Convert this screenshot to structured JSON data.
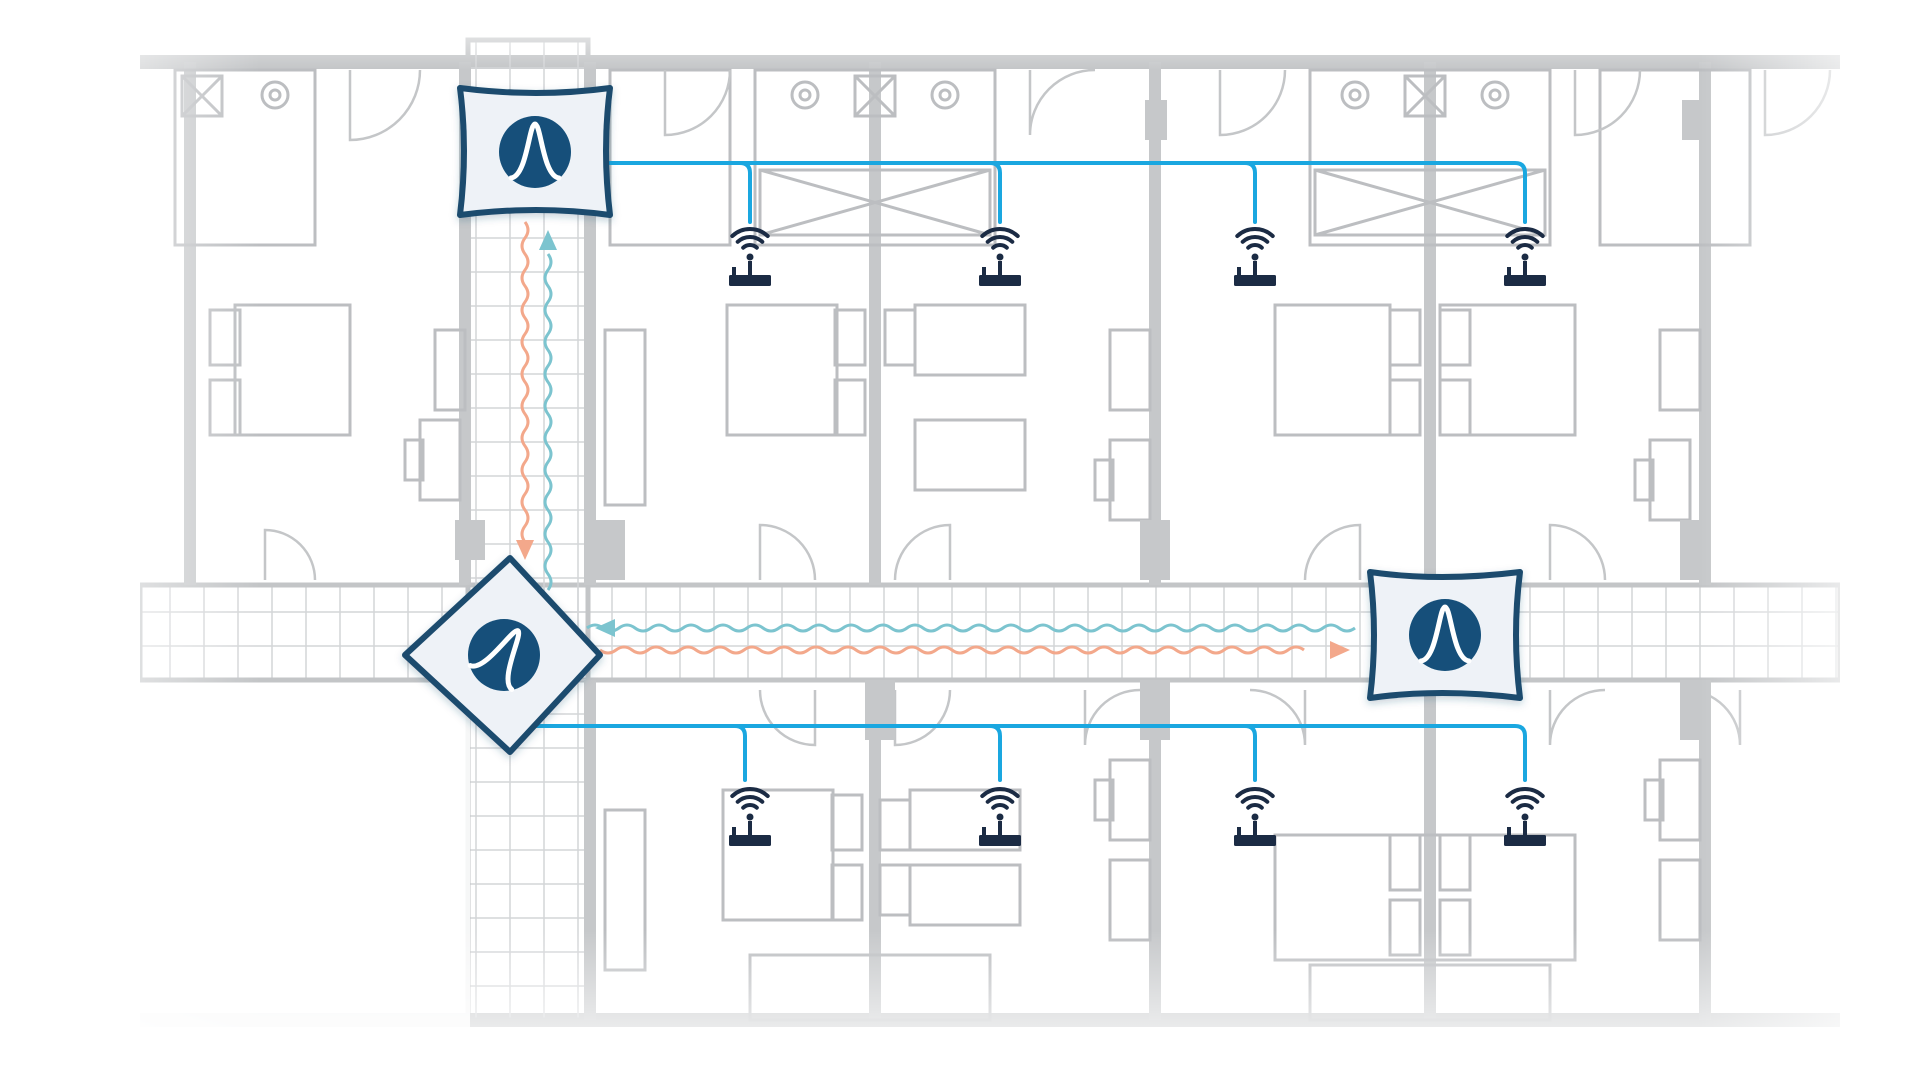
{
  "diagram": {
    "floorplan": {
      "lines": "#b9bbbe",
      "walls": "#c4c6c8",
      "fade": "#ffffff"
    },
    "backhaul": {
      "cable": "#1aa7e0"
    },
    "wireless_link": {
      "upstream": "#7cc4cf",
      "downstream": "#f3a88b"
    },
    "hub_nodes": [
      {
        "id": "node-top-left",
        "icon": "lambda-peak-icon",
        "shape": "square"
      },
      {
        "id": "node-center-left",
        "icon": "lambda-peak-icon",
        "shape": "diamond"
      },
      {
        "id": "node-right",
        "icon": "lambda-peak-icon",
        "shape": "square"
      }
    ],
    "node_style": {
      "fill": "#eef2f7",
      "border": "#1c4b6e",
      "icon_bg": "#12507a",
      "icon_fg": "#ffffff"
    },
    "access_points": {
      "icon": "wifi-router-icon",
      "color": "#1b2b44",
      "top_row_count": 4,
      "bottom_row_count": 4
    }
  }
}
